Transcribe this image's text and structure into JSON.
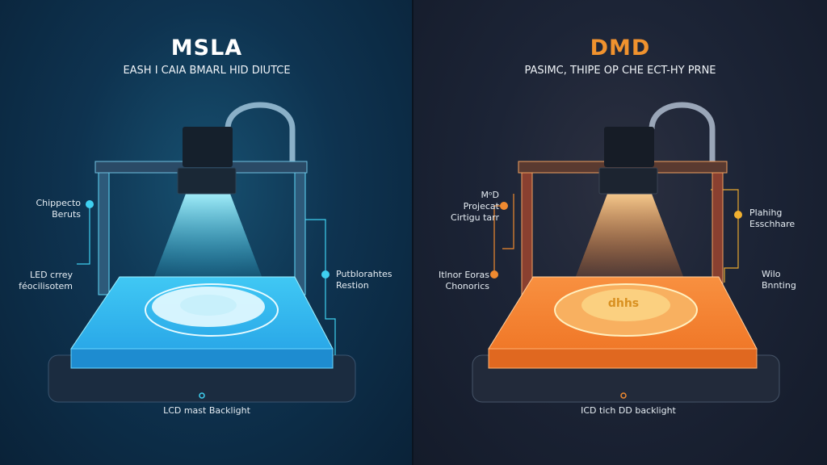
{
  "left": {
    "title": "MSLA",
    "subtitle": "EASH I CAIA BMARL HID DIUTCE",
    "accent": "#3fd0f0",
    "labels": [
      {
        "l1": "Chippecto",
        "l2": "Beruts"
      },
      {
        "l1": "LED crrey",
        "l2": "féocilisotem"
      },
      {
        "l1": "Putblorahtes",
        "l2": "Restion"
      }
    ],
    "plate_text": "‘’",
    "footer": "LCD mast Backlight"
  },
  "right": {
    "title": "DMD",
    "subtitle": "PASIMC, THIPE OP CHE ECT-HY PRNE",
    "accent": "#f08a30",
    "labels": [
      {
        "l1": "MᵒD",
        "l2": "Projecat",
        "l3": "Cirtigu tarr"
      },
      {
        "l1": "Itlnor Eoras",
        "l2": "Chonorics"
      },
      {
        "l1": "Plahihg",
        "l2": "Esschhare"
      },
      {
        "l1": "Wilo",
        "l2": "Bnnting"
      }
    ],
    "plate_text": "dhhs",
    "footer": "ICD tich DD backlight"
  }
}
